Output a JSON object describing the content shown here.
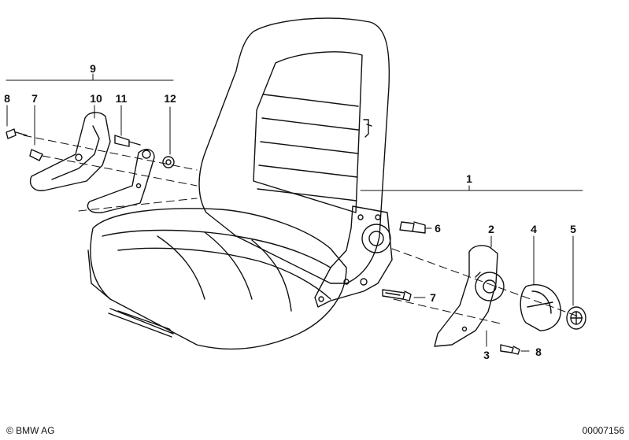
{
  "diagram": {
    "callouts": {
      "p1": "1",
      "p2": "2",
      "p3": "3",
      "p4": "4",
      "p5": "5",
      "p6": "6",
      "p7r": "7",
      "p8r": "8",
      "p9": "9",
      "p10": "10",
      "p11": "11",
      "p12": "12",
      "p7l": "7",
      "p8l": "8"
    }
  },
  "footer": {
    "copyright": "© BMW AG",
    "doc_number": "00007156"
  },
  "colors": {
    "ink": "#111111",
    "paper": "#ffffff"
  }
}
